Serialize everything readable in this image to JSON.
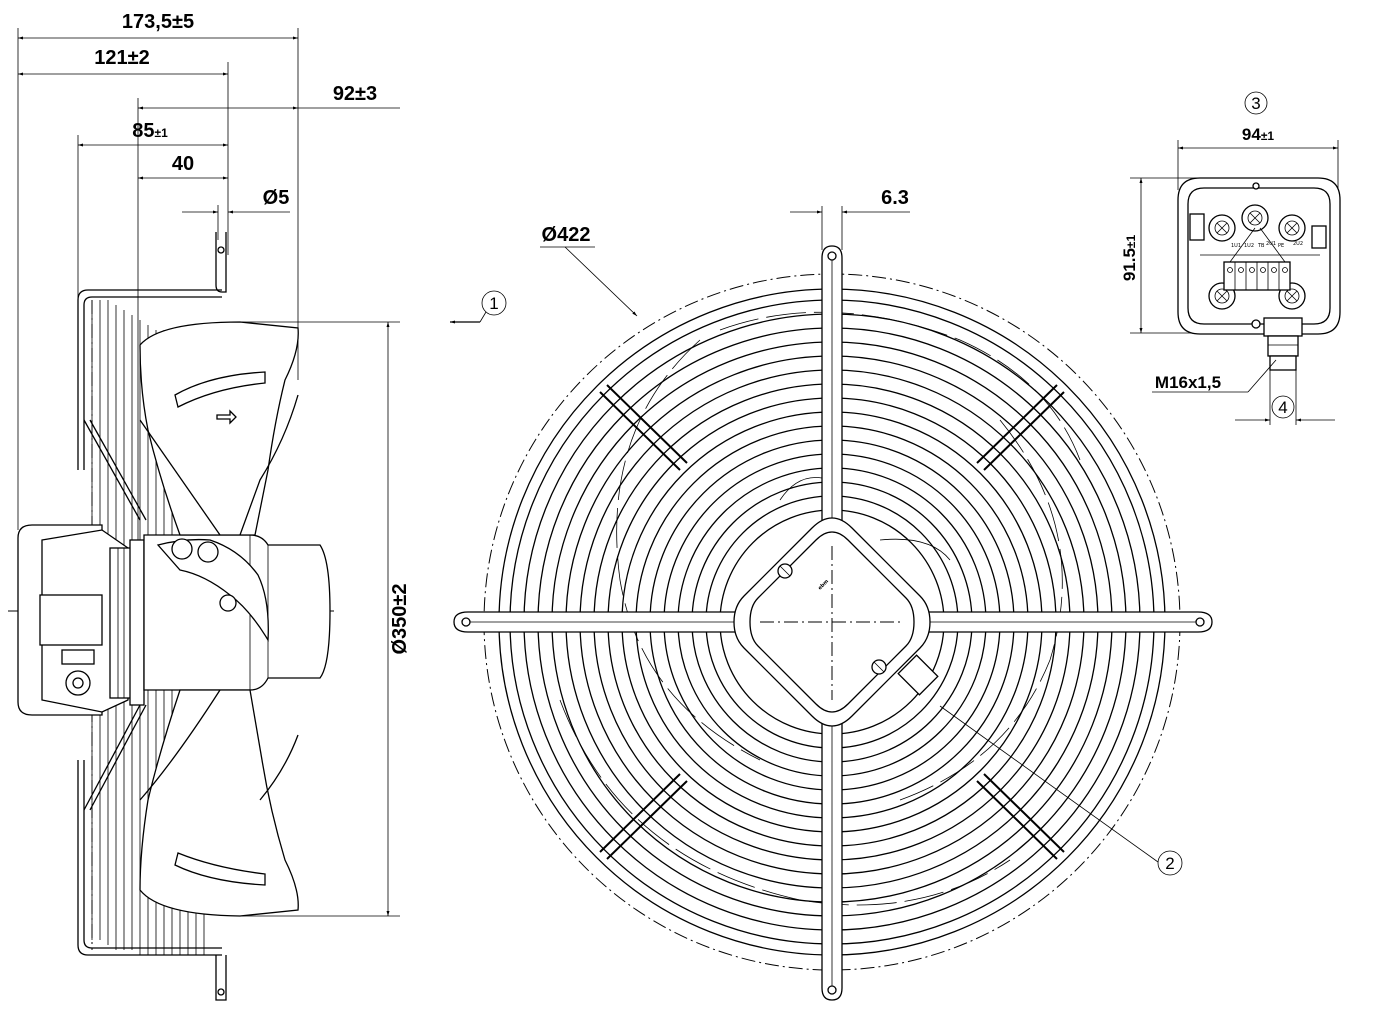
{
  "side_view": {
    "dim_overall_length": "173,5±5",
    "dim_guard_to_hub": "121±2",
    "dim_blade_depth": "92±3",
    "dim_85": "85",
    "dim_85_tol": "±1",
    "dim_40": "40",
    "dim_wire": "Ø5",
    "dim_diameter_350": "Ø350±2"
  },
  "front_view": {
    "dim_diameter_422": "Ø422",
    "dim_rod": "6.3",
    "logo_text": "ebm"
  },
  "terminal_box": {
    "dim_width": "94",
    "dim_width_tol": "±1",
    "dim_height": "91.5",
    "dim_height_tol": "±1",
    "thread_label": "M16x1,5",
    "labels": [
      "1U1",
      "1U2",
      "2U1",
      "2U2",
      "PE",
      "TB"
    ]
  },
  "callouts": {
    "c1": "1",
    "c2": "2",
    "c3": "3",
    "c4": "4"
  }
}
